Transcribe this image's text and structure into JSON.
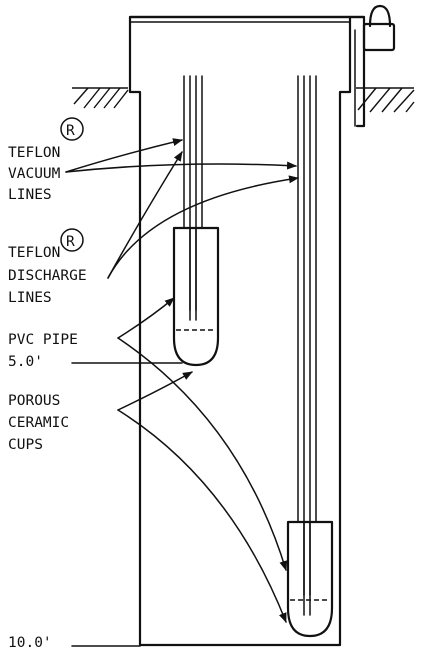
{
  "labels": {
    "vacuum": [
      "TEFLON",
      "VACUUM",
      "LINES"
    ],
    "discharge": [
      "TEFLON",
      "DISCHARGE",
      "LINES"
    ],
    "pipe": [
      "PVC PIPE",
      "5.0'"
    ],
    "cups": [
      "POROUS",
      "CERAMIC",
      "CUPS"
    ],
    "depth_bottom": "10.0'",
    "registered_mark": "R"
  }
}
